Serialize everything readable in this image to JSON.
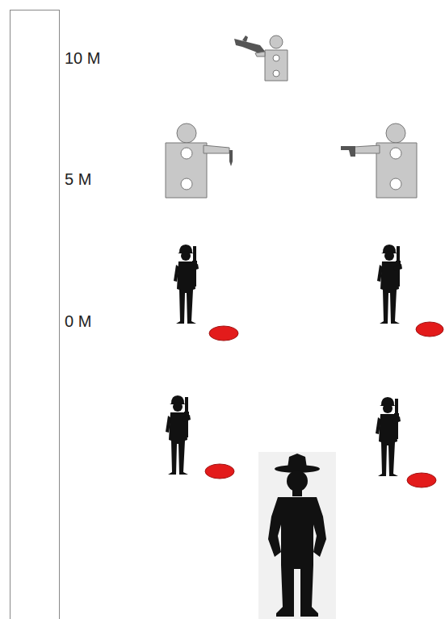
{
  "diagram": {
    "labels": [
      "10 M",
      "5 M",
      "0 M"
    ]
  }
}
